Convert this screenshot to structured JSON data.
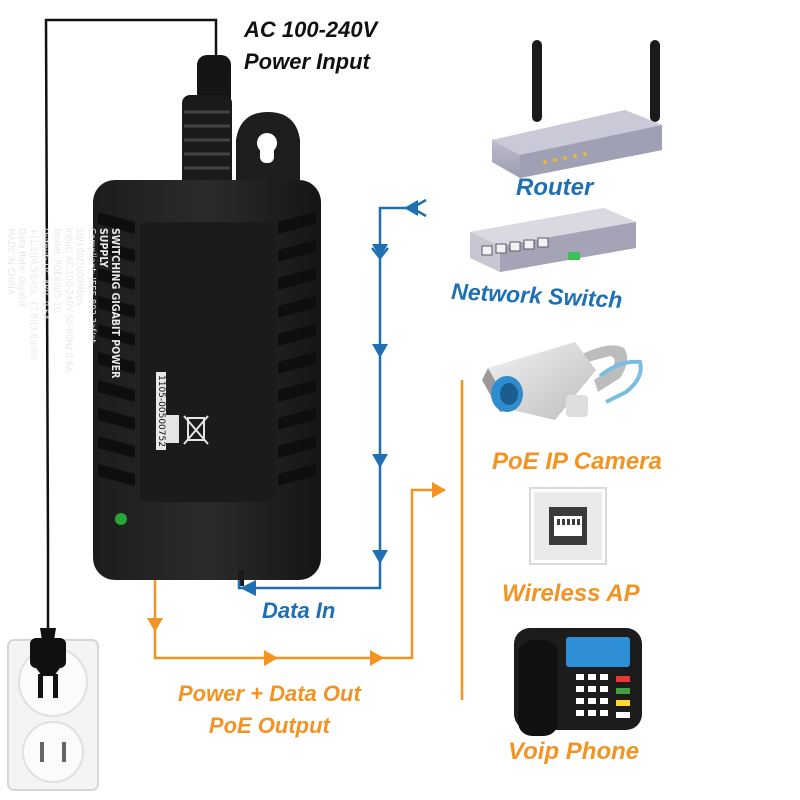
{
  "power_input": {
    "line1": "AC 100-240V",
    "line2": "Power Input"
  },
  "data_in_label": "Data In",
  "output_label": {
    "line1": "Power + Data Out",
    "line2": "PoE Output"
  },
  "devices": {
    "router": "Router",
    "network_switch": "Network Switch",
    "camera": "PoE IP Camera",
    "wireless_ap": "Wireless AP",
    "voip_phone": "Voip Phone"
  },
  "injector_label": {
    "title": "SWITCHING GIGABIT POWER SUPPLY",
    "compliant": "Compliant: IEEE 802.3af/at  10/100/1000Mbps",
    "input": "Input: AC 100-240V 50-60Hz 0.6A",
    "model": "Model: POE4805-1G",
    "output": "Output: DC 48V, 0.5A",
    "pins1": "+(1,2)(4,5)pins, -(7,8)(3,6)pins",
    "data_rate": "Data Rate: Gigabit",
    "made_in": "MADE IN CHINA",
    "serial": "1105-00500752"
  },
  "colors": {
    "data_line": "#1f6fb5",
    "poe_line": "#f39322",
    "label_text": "#111111"
  }
}
